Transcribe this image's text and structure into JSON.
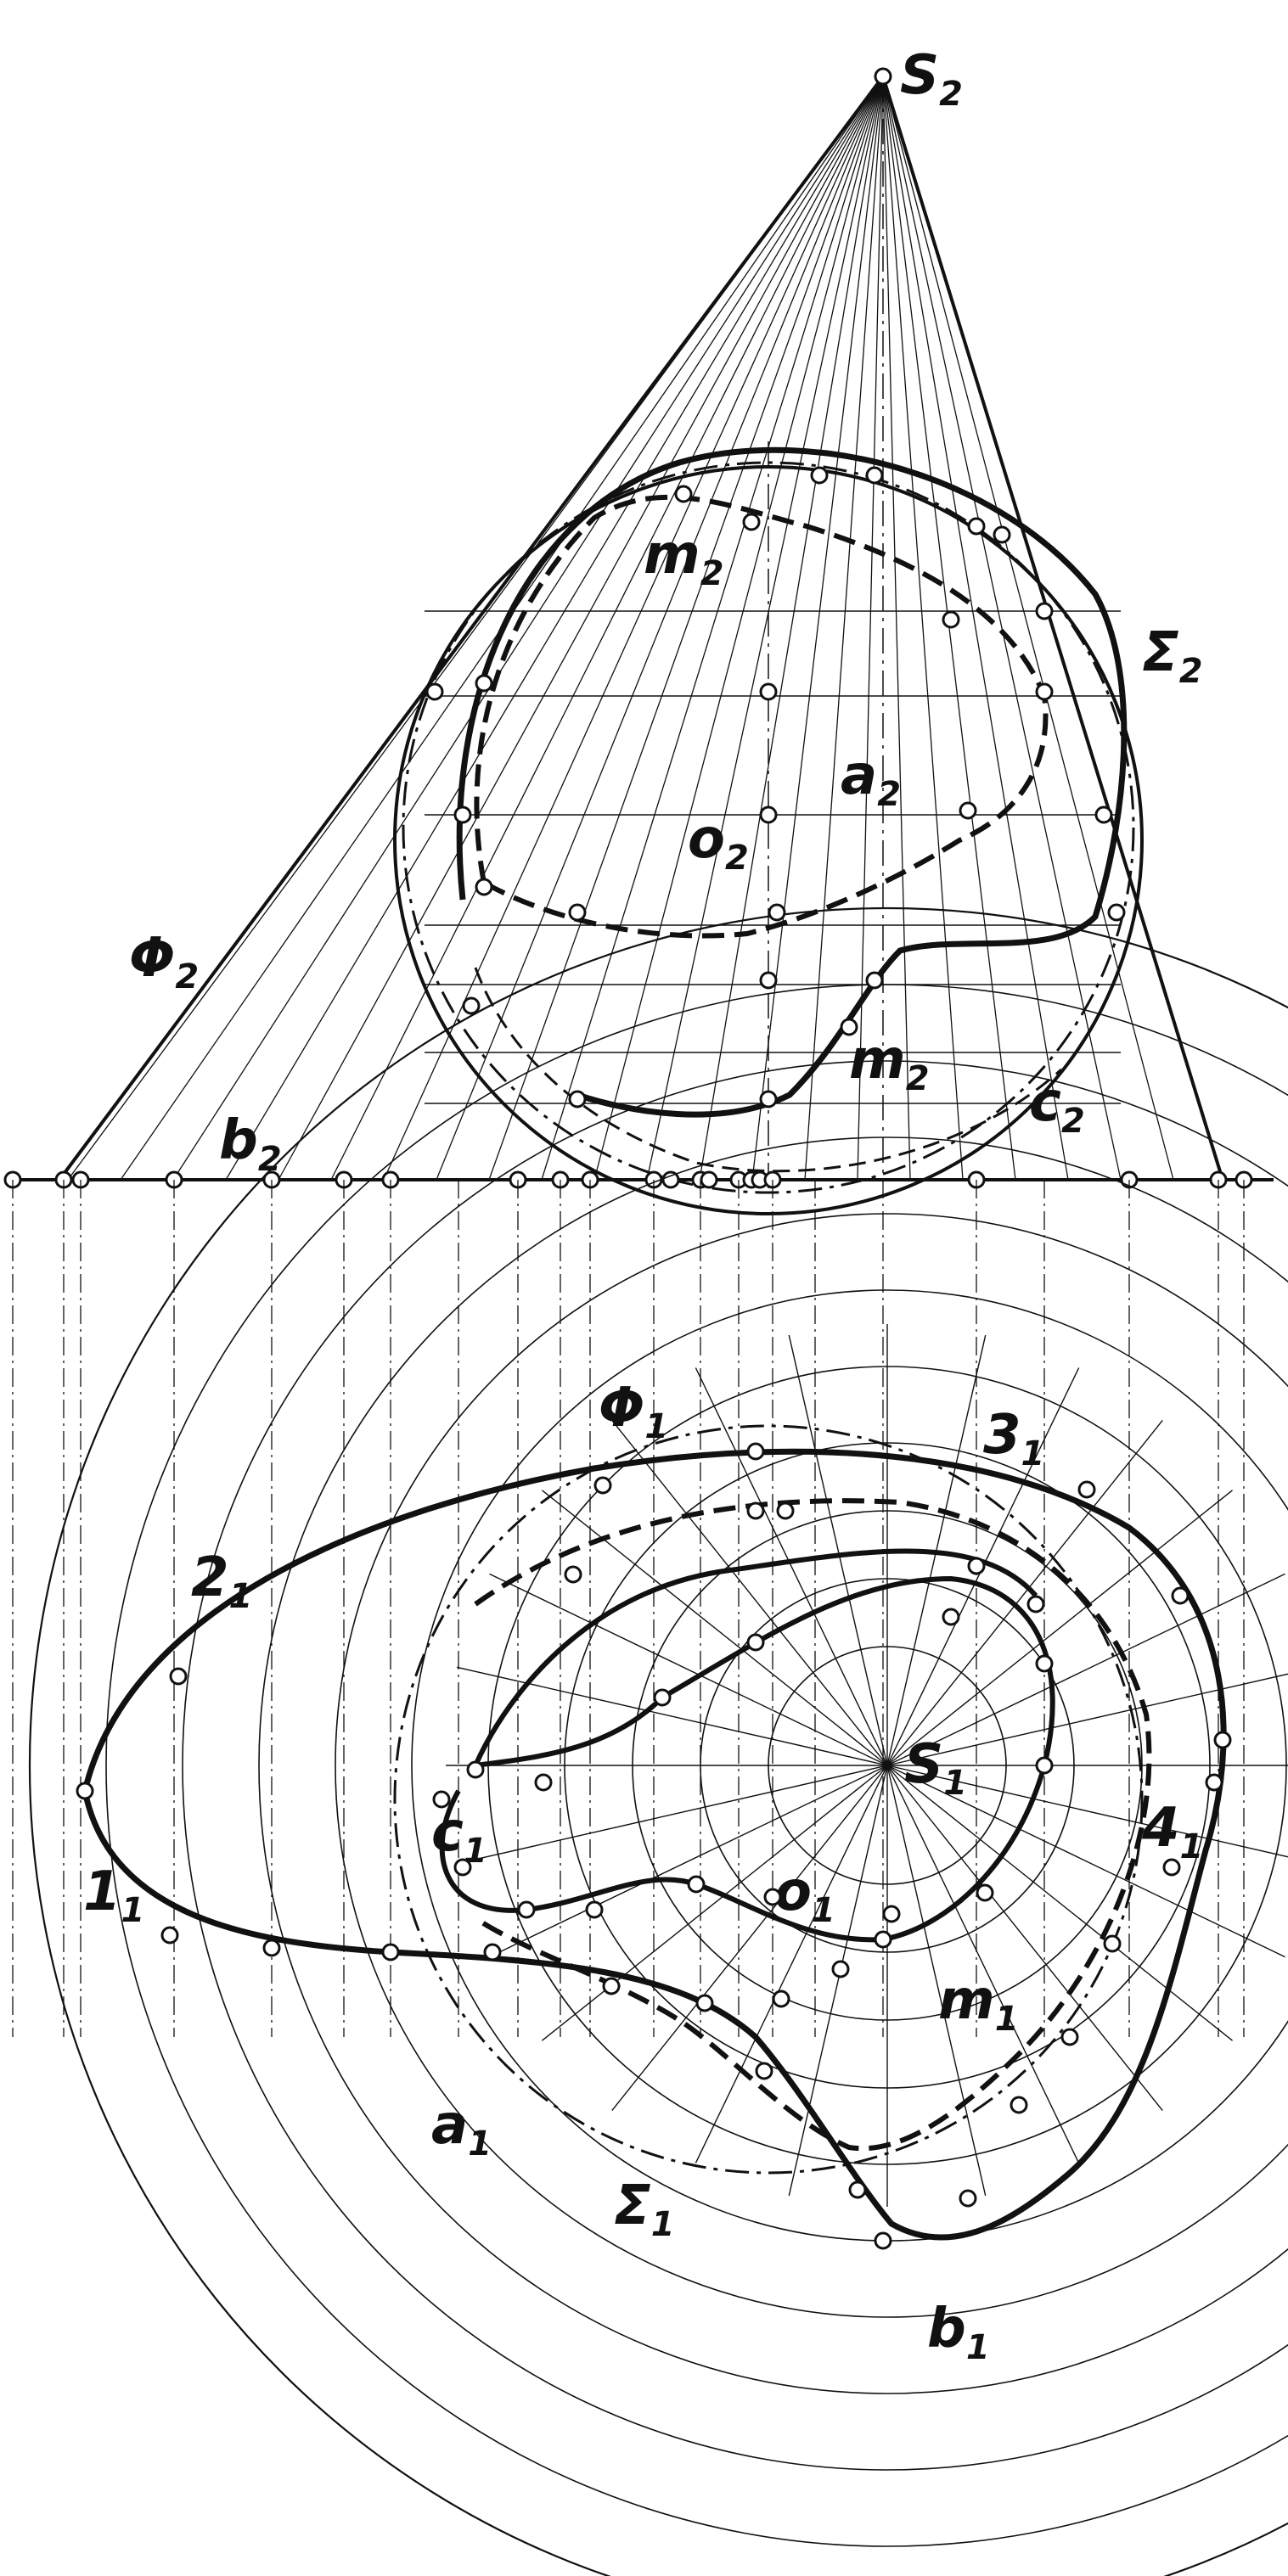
{
  "labels": {
    "S2": {
      "main": "S",
      "sub": "2"
    },
    "Sigma2": {
      "main": "Σ",
      "sub": "2"
    },
    "m2_top": {
      "main": "m",
      "sub": "2"
    },
    "a2": {
      "main": "a",
      "sub": "2"
    },
    "o2": {
      "main": "o",
      "sub": "2"
    },
    "Phi2": {
      "main": "Φ",
      "sub": "2"
    },
    "b2": {
      "main": "b",
      "sub": "2"
    },
    "m2_bottom": {
      "main": "m",
      "sub": "2"
    },
    "c2": {
      "main": "c",
      "sub": "2"
    },
    "Phi1": {
      "main": "Φ",
      "sub": "1"
    },
    "p3_1": {
      "main": "3",
      "sub": "1"
    },
    "p2_1": {
      "main": "2",
      "sub": "1"
    },
    "S1": {
      "main": "S",
      "sub": "1"
    },
    "c1": {
      "main": "c",
      "sub": "1"
    },
    "p4_1": {
      "main": "4",
      "sub": "1"
    },
    "p1_1": {
      "main": "1",
      "sub": "1"
    },
    "o1": {
      "main": "o",
      "sub": "1"
    },
    "m1": {
      "main": "m",
      "sub": "1"
    },
    "a1": {
      "main": "a",
      "sub": "1"
    },
    "Sigma1": {
      "main": "Σ",
      "sub": "1"
    },
    "b1": {
      "main": "b",
      "sub": "1"
    }
  },
  "colors": {
    "ink": "#111111",
    "paper": "#ffffff"
  }
}
